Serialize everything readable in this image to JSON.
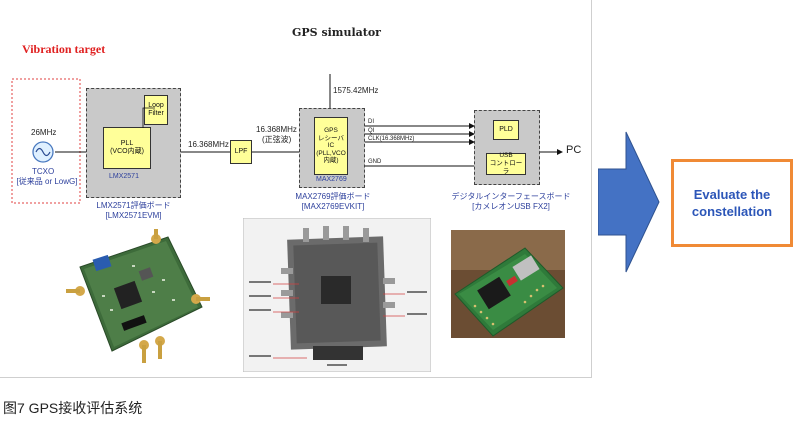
{
  "diagram": {
    "title": "GPS simulator",
    "vibration_target": "Vibration  target",
    "tcxo": {
      "freq": "26MHz",
      "name": "TCXO",
      "desc": "[従来品 or LowG]"
    },
    "lmx": {
      "chip_label": "LMX2571",
      "pll_line1": "PLL",
      "pll_line2": "(VCO内蔵)",
      "loop_line1": "Loop",
      "loop_line2": "Filter",
      "board_line1": "LMX2571評価ボード",
      "board_line2": "[LMX2571EVM]"
    },
    "signal_16368": "16.368MHz",
    "lpf": "LPF",
    "sine": {
      "freq": "16.368MHz",
      "note": "(正弦波)"
    },
    "rf_in": "1575.42MHz",
    "max": {
      "ic_lines": [
        "GPS",
        "レシーバ",
        "IC",
        "(PLL,VCO",
        "内蔵)"
      ],
      "chip_label": "MAX2769",
      "board_line1": "MAX2769評価ボード",
      "board_line2": "[MAX2769EVKIT]"
    },
    "signals": {
      "di": "DI",
      "qi": "QI",
      "clk": "CLK(16.368MHz)",
      "gnd": "GND"
    },
    "fx2": {
      "pld": "PLD",
      "usb_line1": "USB",
      "usb_line2": "コントローラ",
      "board_line1": "デジタルインターフェースボード",
      "board_line2": "[カメレオンUSB FX2]"
    },
    "pc": "PC"
  },
  "eval_box": {
    "line1": "Evaluate the",
    "line2": "constellation"
  },
  "caption": "图7 GPS接收评估系统",
  "colors": {
    "arrow": "#4472c4",
    "eval_border": "#f08a35",
    "eval_text": "#2c56b8",
    "board_green": "#3d6b3a"
  }
}
